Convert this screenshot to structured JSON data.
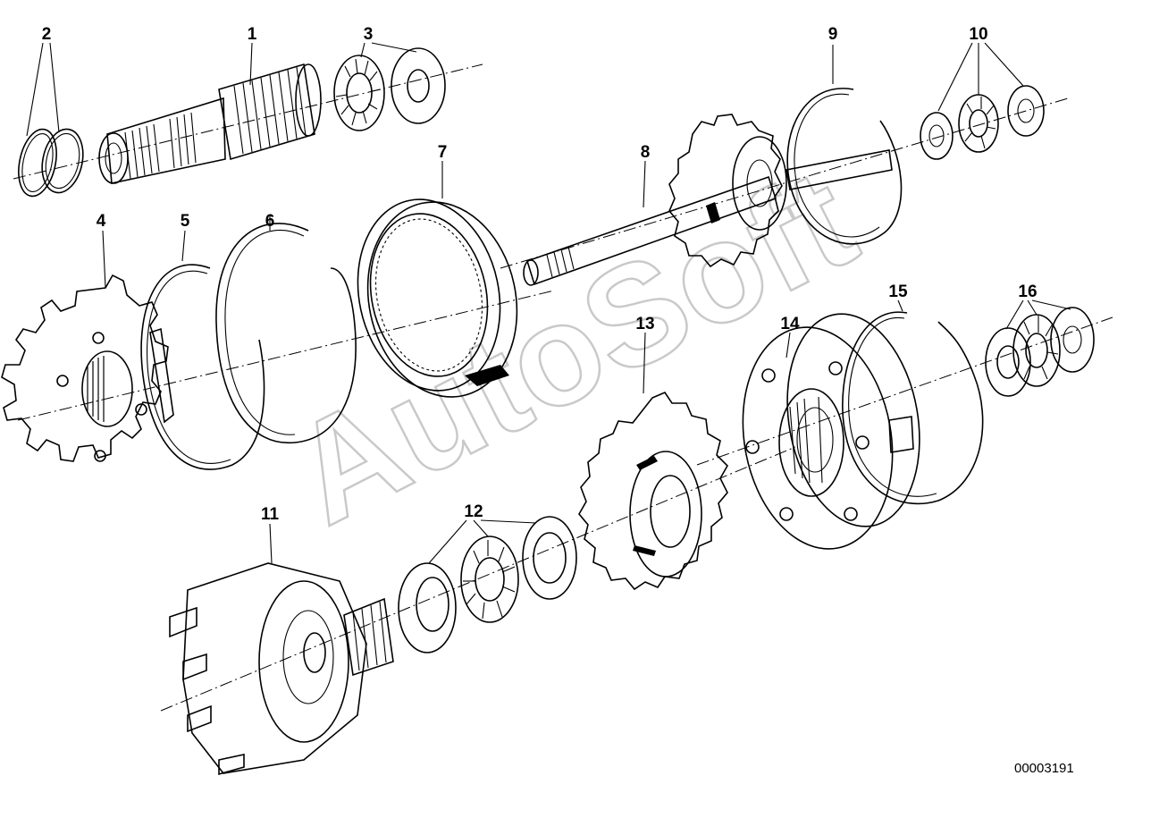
{
  "diagram": {
    "callouts": [
      "1",
      "2",
      "3",
      "4",
      "5",
      "6",
      "7",
      "8",
      "9",
      "10",
      "11",
      "12",
      "13",
      "14",
      "15",
      "16"
    ],
    "watermark": "AutoSoft",
    "doc_number": "00003191"
  }
}
